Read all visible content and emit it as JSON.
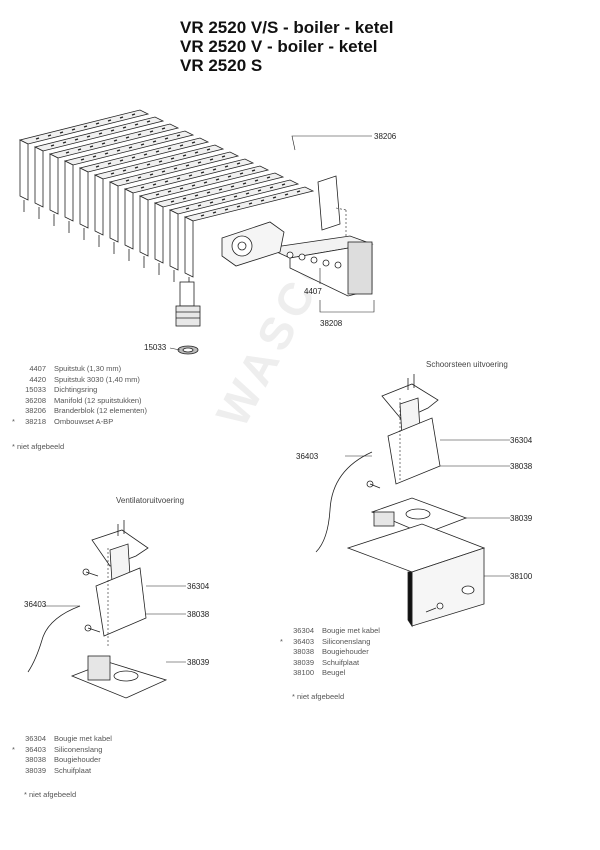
{
  "titles": [
    "VR 2520 V/S - boiler - ketel",
    "VR 2520 V - boiler - ketel",
    "VR 2520 S"
  ],
  "watermark": "WASCO",
  "callouts": {
    "top": {
      "c38206": "38206",
      "c4407": "4407",
      "c38208": "38208",
      "c15033": "15033"
    },
    "chimney": {
      "c36304": "36304",
      "c36403": "36403",
      "c38038": "38038",
      "c38039": "38039",
      "c38100": "38100"
    },
    "fan": {
      "c36304": "36304",
      "c36403": "36403",
      "c38038": "38038",
      "c38039": "38039"
    }
  },
  "legend_top": [
    {
      "mark": "",
      "code": "4407",
      "desc": "Spuitstuk (1,30 mm)"
    },
    {
      "mark": "",
      "code": "4420",
      "desc": "Spuitstuk 3030 (1,40 mm)"
    },
    {
      "mark": "",
      "code": "15033",
      "desc": "Dichtingsring"
    },
    {
      "mark": "",
      "code": "36208",
      "desc": "Manifold (12 spuitstukken)"
    },
    {
      "mark": "",
      "code": "38206",
      "desc": "Branderblok (12 elementen)"
    },
    {
      "mark": "*",
      "code": "38218",
      "desc": "Ombouwset A-BP"
    }
  ],
  "legend_chimney": [
    {
      "mark": "",
      "code": "36304",
      "desc": "Bougie met kabel"
    },
    {
      "mark": "*",
      "code": "36403",
      "desc": "Siliconenslang"
    },
    {
      "mark": "",
      "code": "38038",
      "desc": "Bougiehouder"
    },
    {
      "mark": "",
      "code": "38039",
      "desc": "Schuifplaat"
    },
    {
      "mark": "",
      "code": "38100",
      "desc": "Beugel"
    }
  ],
  "legend_fan": [
    {
      "mark": "",
      "code": "36304",
      "desc": "Bougie met kabel"
    },
    {
      "mark": "*",
      "code": "36403",
      "desc": "Siliconenslang"
    },
    {
      "mark": "",
      "code": "38038",
      "desc": "Bougiehouder"
    },
    {
      "mark": "",
      "code": "38039",
      "desc": "Schuifplaat"
    }
  ],
  "notes": {
    "top": "* niet afgebeeld",
    "chimney": "* niet afgebeeld",
    "fan": "* niet afgebeeld"
  },
  "sections": {
    "chimney": "Schoorsteen uitvoering",
    "fan": "Ventilatoruitvoering"
  }
}
